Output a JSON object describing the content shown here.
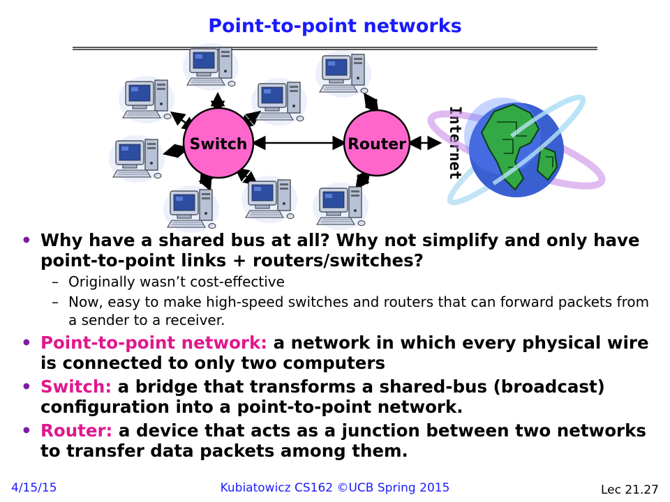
{
  "slide": {
    "title": "Point-to-point networks",
    "diagram": {
      "switch_label": "Switch",
      "router_label": "Router",
      "internet_label": "Internet"
    },
    "bullets": [
      {
        "text": "Why have a shared bus at all?  Why not simplify and only have point-to-point links + routers/switches?",
        "sub": [
          "Originally wasn’t cost-effective",
          "Now, easy to make high-speed switches and routers that can forward packets from a sender to a receiver."
        ]
      },
      {
        "term": "Point-to-point network:",
        "text": " a network in which every physical wire is connected to only two computers"
      },
      {
        "term": "Switch:",
        "text": " a bridge that transforms a shared-bus (broadcast) configuration into a point-to-point network."
      },
      {
        "term": "Router:",
        "text": " a device that acts as a junction between two networks to transfer data packets among them."
      }
    ],
    "footer": {
      "date": "4/15/15",
      "course": "Kubiatowicz CS162 ©UCB Spring 2015",
      "lecture": "Lec 21.27"
    },
    "colors": {
      "title": "#1a1aff",
      "term": "#e0188e",
      "node": "#ff66cc"
    }
  }
}
